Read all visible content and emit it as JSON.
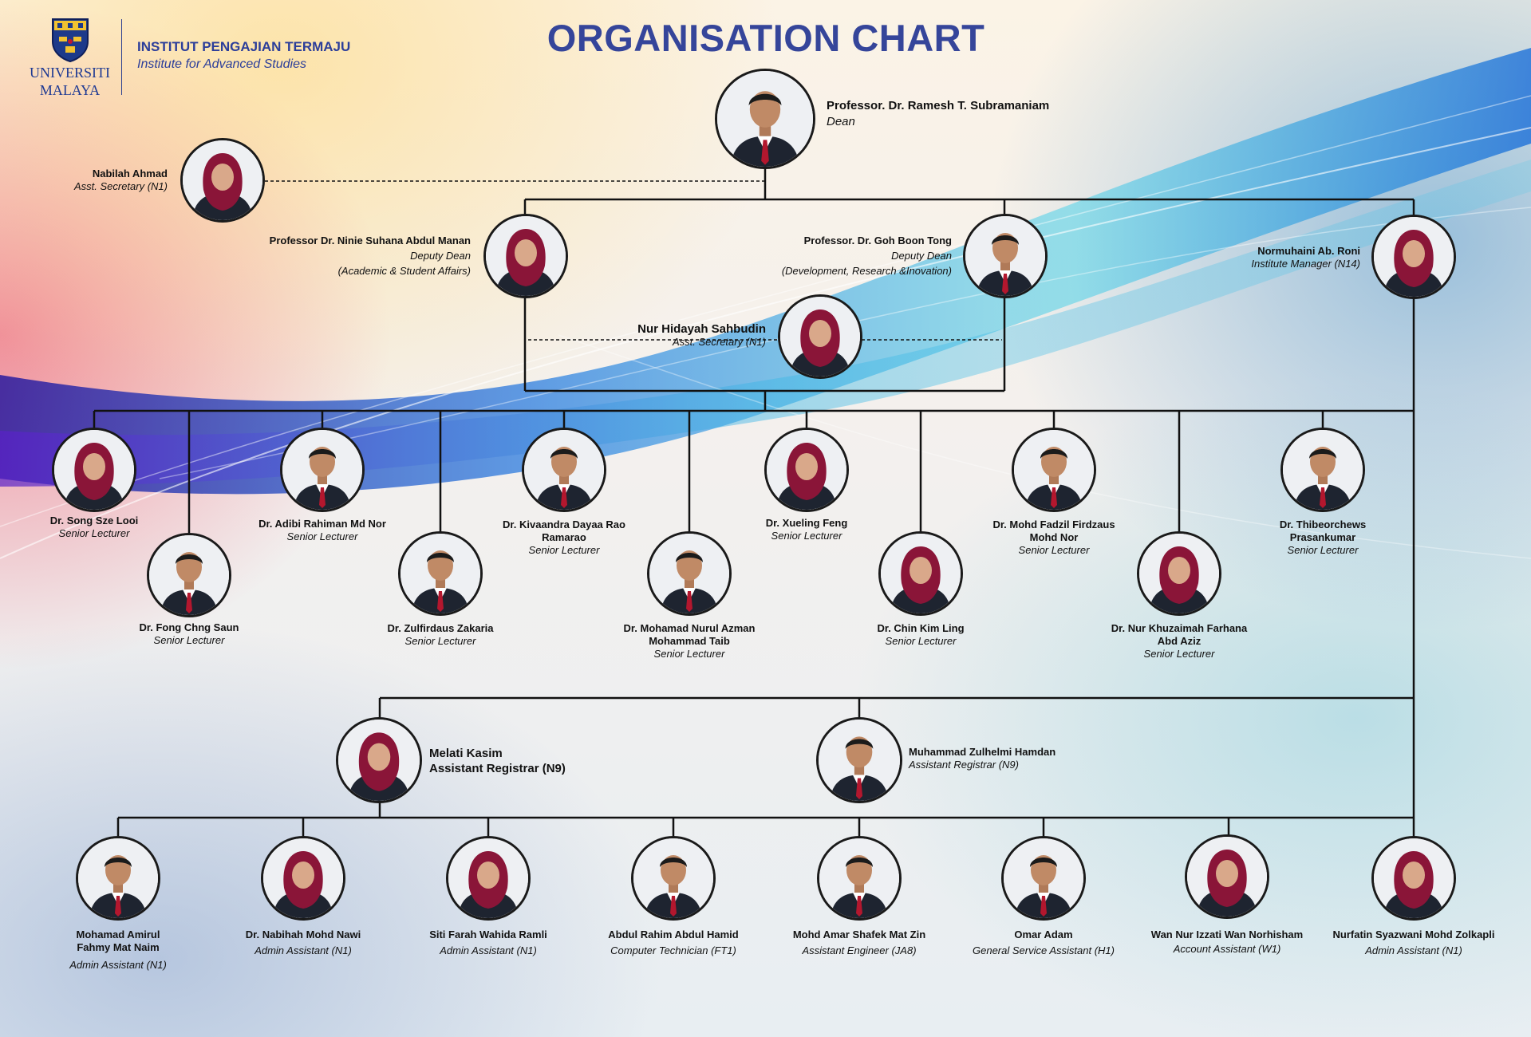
{
  "header": {
    "logo_text_1": "UNIVERSITI",
    "logo_text_2": "MALAYA",
    "institute_malay": "INSTITUT PENGAJIAN TERMAJU",
    "institute_english": "Institute for Advanced Studies",
    "title": "ORGANISATION CHART"
  },
  "leadership": {
    "dean": {
      "name": "Professor. Dr. Ramesh T. Subramaniam",
      "role": "Dean"
    },
    "dean_secretary": {
      "name": "Nabilah Ahmad",
      "role": "Asst. Secretary (N1)"
    },
    "deputy_dean_academic": {
      "name": "Professor Dr. Ninie Suhana Abdul Manan",
      "role": "Deputy Dean\n(Academic & Student Affairs)"
    },
    "deputy_dean_research": {
      "name": "Professor. Dr. Goh Boon Tong",
      "role": "Deputy Dean\n(Development, Research &Inovation)"
    },
    "deputy_secretary": {
      "name": "Nur Hidayah Sahbudin",
      "role": "Asst. Secretary (N1)"
    },
    "institute_manager": {
      "name": "Normuhaini Ab. Roni",
      "role": "Institute Manager (N14)"
    }
  },
  "lecturers": [
    {
      "name": "Dr. Song Sze Looi",
      "role": "Senior Lecturer"
    },
    {
      "name": "Dr. Fong Chng Saun",
      "role": "Senior Lecturer"
    },
    {
      "name": "Dr. Adibi Rahiman Md Nor",
      "role": "Senior Lecturer"
    },
    {
      "name": "Dr. Zulfirdaus Zakaria",
      "role": "Senior Lecturer"
    },
    {
      "name": "Dr. Kivaandra Dayaa Rao\nRamarao",
      "role": "Senior Lecturer"
    },
    {
      "name": "Dr. Mohamad Nurul Azman\nMohammad  Taib",
      "role": "Senior Lecturer"
    },
    {
      "name": "Dr. Xueling Feng",
      "role": "Senior Lecturer"
    },
    {
      "name": "Dr. Chin Kim Ling",
      "role": "Senior Lecturer"
    },
    {
      "name": "Dr. Mohd Fadzil Firdzaus\nMohd Nor",
      "role": "Senior Lecturer"
    },
    {
      "name": "Dr. Nur Khuzaimah Farhana\nAbd Aziz",
      "role": "Senior Lecturer"
    },
    {
      "name": "Dr. Thibeorchews\nPrasankumar",
      "role": "Senior Lecturer"
    }
  ],
  "registrars": [
    {
      "name": "Melati Kasim",
      "role": "Assistant Registrar (N9)"
    },
    {
      "name": "Muhammad Zulhelmi Hamdan",
      "role": "Assistant Registrar (N9)"
    }
  ],
  "staff": [
    {
      "name": "Mohamad Amirul\nFahmy Mat Naim",
      "role": "Admin Assistant (N1)"
    },
    {
      "name": "Dr. Nabihah Mohd Nawi",
      "role": "Admin Assistant (N1)"
    },
    {
      "name": "Siti Farah Wahida Ramli",
      "role": "Admin Assistant (N1)"
    },
    {
      "name": "Abdul Rahim Abdul Hamid",
      "role": "Computer Technician (FT1)"
    },
    {
      "name": "Mohd Amar Shafek Mat Zin",
      "role": "Assistant Engineer (JA8)"
    },
    {
      "name": "Omar Adam",
      "role": "General Service Assistant (H1)"
    },
    {
      "name": "Wan Nur Izzati Wan Norhisham",
      "role": "Account Assistant (W1)"
    },
    {
      "name": "Nurfatin Syazwani Mohd Zolkapli",
      "role": "Admin Assistant (N1)"
    }
  ],
  "colors": {
    "title": "#35459a",
    "institute_text": "#2c3e9a",
    "connector_line": "#111111",
    "suit": "#1e2430",
    "hijab": "#8a1538",
    "tie": "#b3172e"
  }
}
